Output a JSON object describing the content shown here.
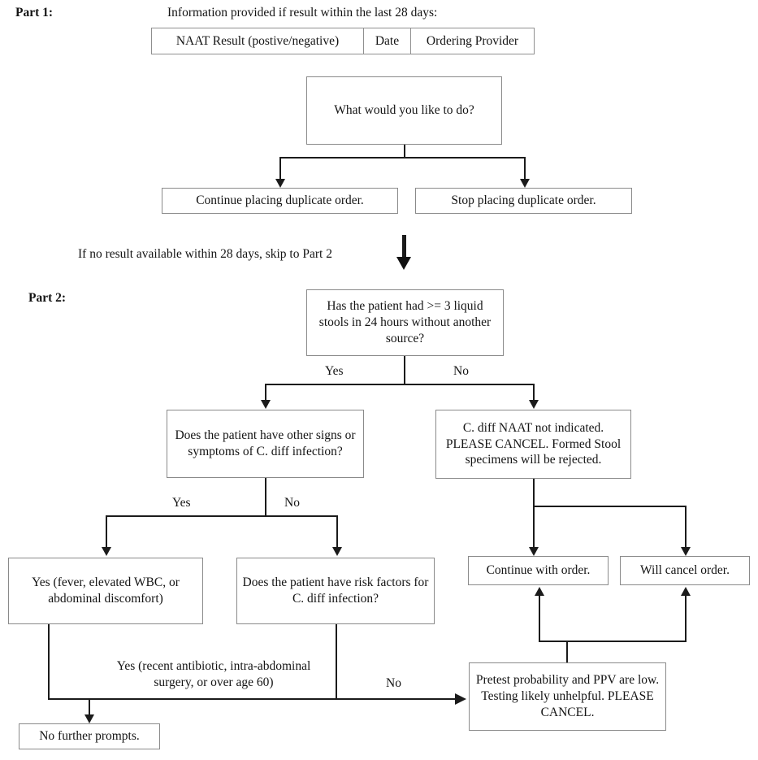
{
  "part1": {
    "label": "Part 1:",
    "heading": "Information provided if result within the last 28 days:",
    "table_columns": [
      "NAAT Result (postive/negative)",
      "Date",
      "Ordering Provider"
    ],
    "question": "What would you like to do?",
    "option_continue": "Continue placing duplicate order.",
    "option_stop": "Stop placing duplicate order."
  },
  "interlude": {
    "text": "If no result available within 28 days, skip to Part 2"
  },
  "part2": {
    "label": "Part 2:",
    "q_liquid_stools": "Has the patient had >= 3 liquid stools in 24 hours without another source?",
    "yes1": "Yes",
    "no1": "No",
    "q_signs_symptoms": "Does the patient have other signs or symptoms of C. diff infection?",
    "naat_not_indicated": "C. diff NAAT not indicated. PLEASE CANCEL. Formed Stool specimens will be rejected.",
    "yes2": "Yes",
    "no2": "No",
    "yes_fever": "Yes (fever, elevated WBC, or abdominal discomfort)",
    "q_risk_factors": "Does the patient have risk factors for C. diff infection?",
    "continue_with_order": "Continue with order.",
    "will_cancel_order": "Will cancel order.",
    "yes_recent_antibiotic": "Yes (recent antibiotic, intra-abdominal surgery, or over age 60)",
    "no3": "No",
    "pretest": "Pretest probability and PPV are low. Testing likely unhelpful. PLEASE CANCEL.",
    "no_further_prompts": "No further prompts."
  },
  "colors": {
    "line": "#1b1b1b",
    "box_border": "#8a8a8a",
    "text": "#141414",
    "background": "#ffffff"
  }
}
